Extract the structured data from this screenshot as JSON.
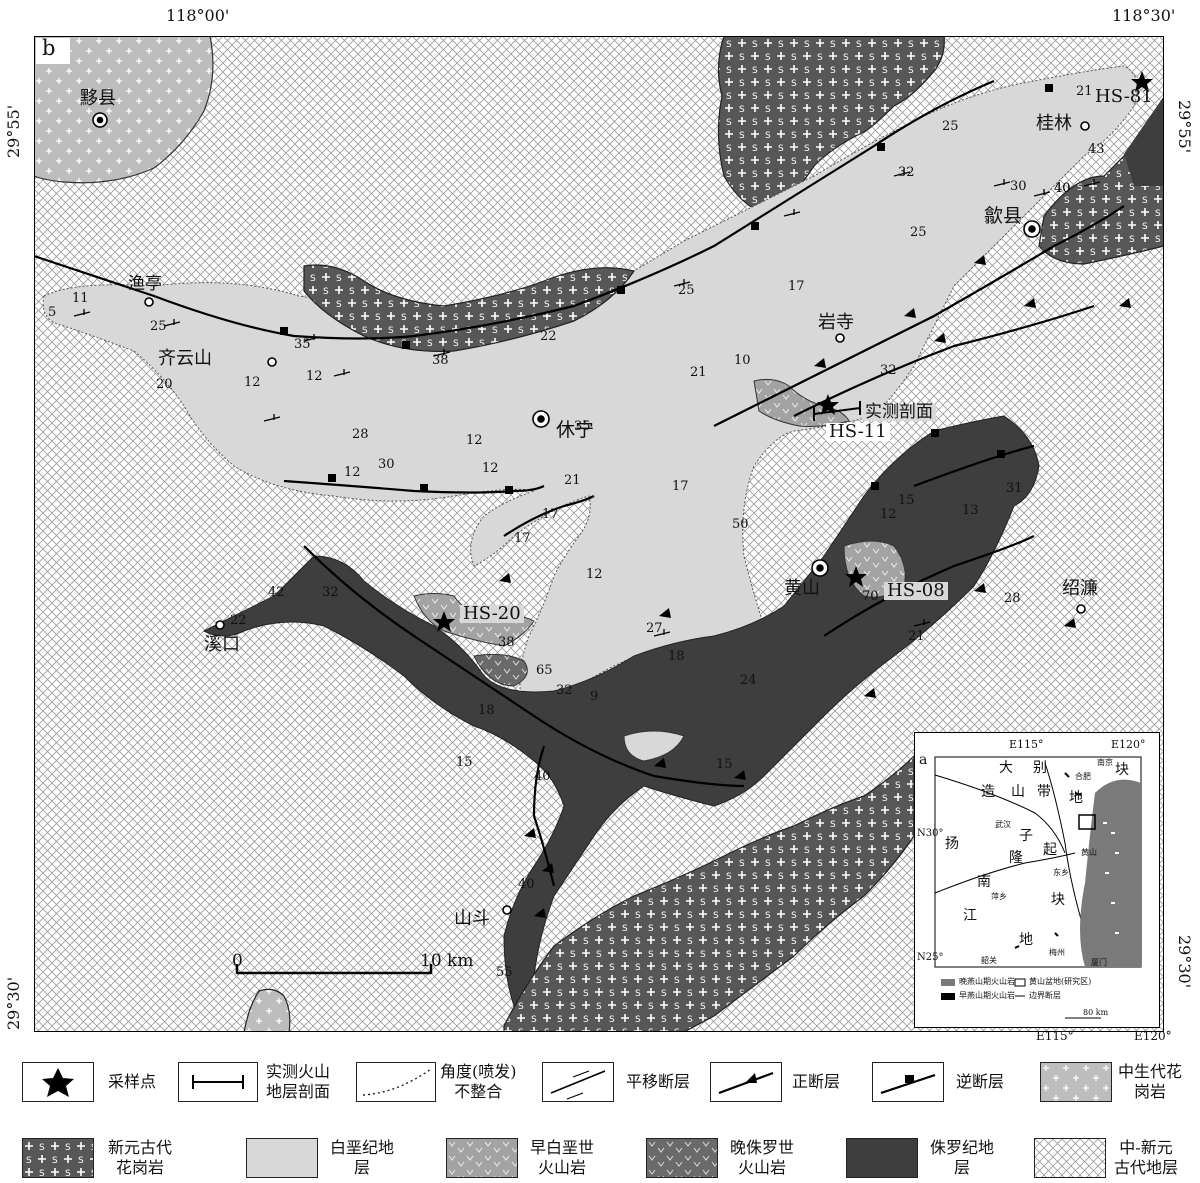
{
  "panel_label": "b",
  "coords": {
    "top_left": "118°00'",
    "top_right": "118°30'",
    "left_top": "29°55'",
    "right_top": "29°55'",
    "left_bottom": "29°30'",
    "right_bottom": "29°30'"
  },
  "places": {
    "yixian": "黟县",
    "yuting": "渔亭",
    "qiyunshan": "齐云山",
    "xiuning": "休宁",
    "yansi": "岩寺",
    "shexian": "歙县",
    "guilin": "桂林",
    "huangshan": "黄山",
    "shaolian": "绍濂",
    "xikou": "溪口",
    "shandou": "山斗",
    "section": "实测剖面"
  },
  "samples": {
    "hs81": "HS-81",
    "hs11": "HS-11",
    "hs08": "HS-08",
    "hs20": "HS-20"
  },
  "scale": {
    "zero": "0",
    "ten": "10 km"
  },
  "dips": [
    "5",
    "11",
    "25",
    "35",
    "20",
    "12",
    "12",
    "38",
    "22",
    "28",
    "30",
    "12",
    "12",
    "12",
    "35",
    "21",
    "21",
    "10",
    "25",
    "17",
    "17",
    "12",
    "17",
    "12",
    "17",
    "27",
    "18",
    "65",
    "38",
    "32",
    "42",
    "22",
    "32",
    "9",
    "24",
    "18",
    "15",
    "40",
    "40",
    "55",
    "15",
    "32",
    "31",
    "13",
    "15",
    "50",
    "70",
    "21",
    "28",
    "25",
    "32",
    "40",
    "25",
    "30",
    "40",
    "43",
    "21"
  ],
  "inset": {
    "label": "a",
    "lon1": "E115°",
    "lon2": "E120°",
    "lat_n30": "N30°",
    "lat_n25": "N25°",
    "dabie": [
      "大",
      "别",
      "造",
      "山",
      "带"
    ],
    "yangzi": [
      "扬",
      "子",
      "隆",
      "起",
      "地",
      "块"
    ],
    "jiangnan": [
      "江",
      "南",
      "块",
      "地"
    ],
    "cities": {
      "nanjing": "南京",
      "hefei": "合肥",
      "wuhan": "武汉",
      "dongxiang": "东乡",
      "pingxiang": "萍乡",
      "shaoguan": "韶关",
      "meizhou": "梅州",
      "xiamen": "厦门",
      "huangshan": "黄山"
    },
    "legend": {
      "late_yanshan": "晚燕山期火山岩",
      "early_yanshan": "早燕山期火山岩",
      "basin": "黄山盆地(研究区)",
      "fault": "边界断层"
    },
    "scale": "80 km",
    "lon1_bottom": "E115°",
    "lon2_bottom": "E120°"
  },
  "legend": [
    {
      "label": "采样点"
    },
    {
      "label": "实测火山\n地层剖面"
    },
    {
      "label": "角度(喷发)\n不整合"
    },
    {
      "label": "平移断层"
    },
    {
      "label": "正断层"
    },
    {
      "label": "逆断层"
    },
    {
      "label": "中生代花\n岗岩"
    },
    {
      "label": "新元古代\n花岗岩"
    },
    {
      "label": "白垩纪地\n层"
    },
    {
      "label": "早白垩世\n火山岩"
    },
    {
      "label": "晚侏罗世\n火山岩"
    },
    {
      "label": "侏罗纪地\n层"
    },
    {
      "label": "中-新元\n古代地层"
    }
  ],
  "colors": {
    "cretaceous": "#d8d8d8",
    "jurassic": "#3e3e3e",
    "granite_neo": "#575757",
    "granite_meso": "#bdbdbd",
    "volc_early": "#a3a3a3",
    "volc_late": "#6a6a6a",
    "crosshatch": "#9a9a9a"
  }
}
